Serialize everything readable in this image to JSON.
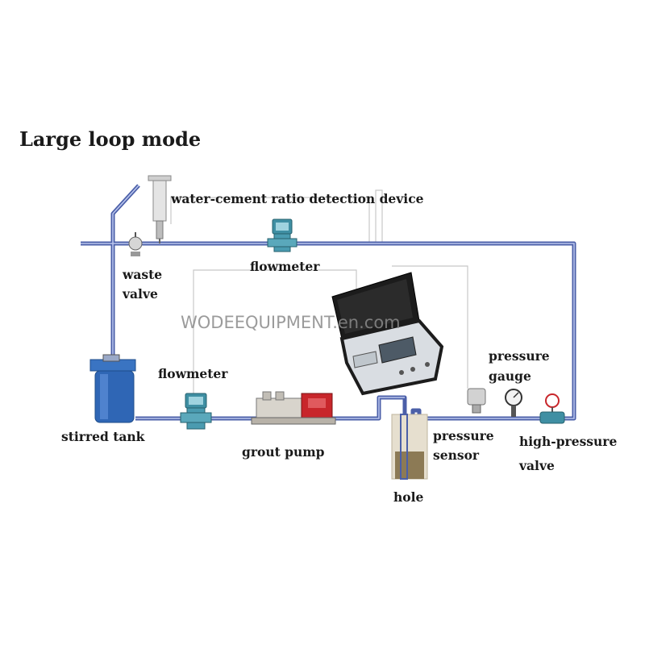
{
  "title": "Large loop mode",
  "labels": {
    "wc_device": "water-cement ratio detection device",
    "waste_line1": "waste",
    "waste_line2": "valve",
    "flowmeter_top": "flowmeter",
    "flowmeter_bottom": "flowmeter",
    "stirred_tank": "stirred tank",
    "grout_pump": "grout pump",
    "hole": "hole",
    "pressure_sensor_line1": "pressure",
    "pressure_sensor_line2": "sensor",
    "pressure_gauge_line1": "pressure",
    "pressure_gauge_line2": "gauge",
    "hp_valve_line1": "high-pressure",
    "hp_valve_line2": "valve"
  },
  "watermark": "WODEEQUIPMENT.en.com",
  "colors": {
    "pipe": "#4b5fa8",
    "tank": "#2f66b5",
    "flowmeter": "#3f8fa3",
    "pump_engine": "#c8262b",
    "recorder_case": "#1c1c1c"
  },
  "icons": [
    "water-cement-ratio-device-icon",
    "waste-valve-icon",
    "flowmeter-icon",
    "stirred-tank-icon",
    "grout-pump-icon",
    "recorder-case-icon",
    "pressure-sensor-icon",
    "pressure-gauge-icon",
    "high-pressure-valve-icon",
    "hole-icon"
  ]
}
